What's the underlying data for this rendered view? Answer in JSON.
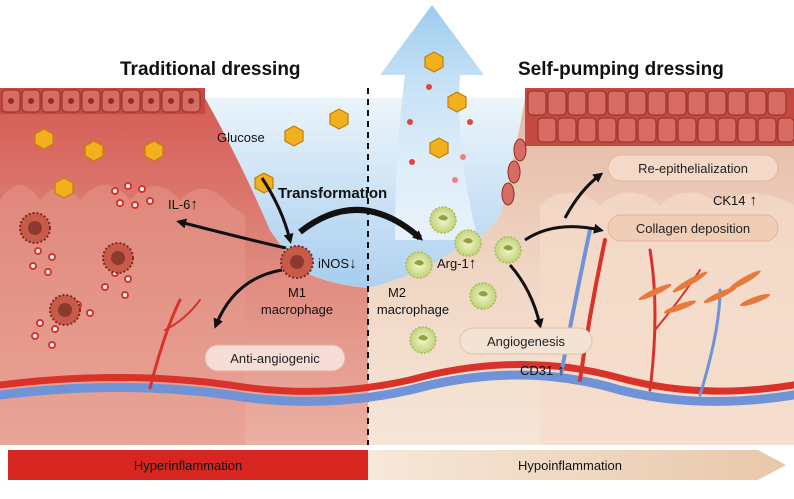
{
  "panels": {
    "left_title": "Traditional dressing",
    "right_title": "Self-pumping dressing"
  },
  "labels": {
    "glucose": "Glucose",
    "il6": "IL-6",
    "inos": "iNOS",
    "transformation": "Transformation",
    "m1": "M1",
    "m1_sub": "macrophage",
    "m2": "M2",
    "m2_sub": "macrophage",
    "arg1": "Arg-1",
    "ck14": "CK14",
    "cd31": "CD31",
    "up_arrow": "↑",
    "down_arrow": "↓"
  },
  "pills": {
    "anti_angiogenic": "Anti-angiogenic",
    "re_epithelialization": "Re-epithelialization",
    "collagen_deposition": "Collagen deposition",
    "angiogenesis": "Angiogenesis"
  },
  "bars": {
    "left": "Hyperinflammation",
    "right": "Hypoinflammation"
  },
  "colors": {
    "inflamed_tissue": "#d9736a",
    "healing_tissue": "#efd9c6",
    "glucose": "#f2b01e",
    "wound_fluid": "#bcdcf2",
    "hyper_bar": "#d7261f",
    "hypo_bar": "#f1dcc8"
  }
}
